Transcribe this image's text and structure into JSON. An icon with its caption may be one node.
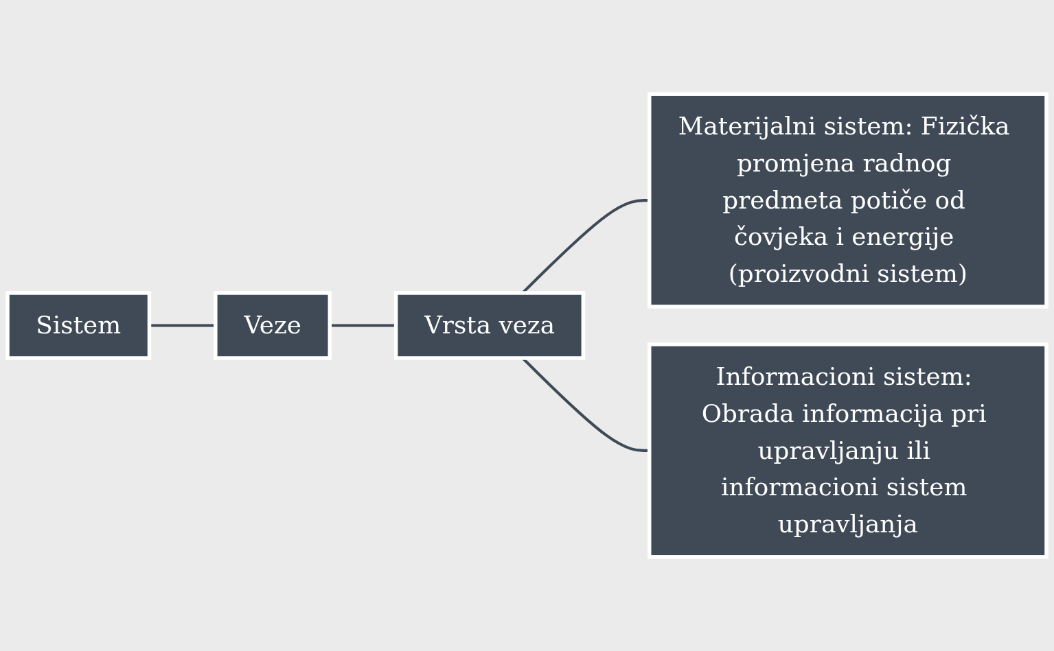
{
  "diagram": {
    "nodes": [
      {
        "text": [
          "Sistem"
        ]
      },
      {
        "text": [
          "Veze"
        ]
      },
      {
        "text": [
          "Vrsta veza"
        ]
      },
      {
        "text": [
          "Materijalni sistem: Fizička promjena radnog predmeta potiče od čovjeka i energije (proizvodni sistem)"
        ]
      },
      {
        "text": [
          "Informacioni sistem: Obrada informacija pri upravljanju ili informacioni sistem upravljanja"
        ]
      }
    ],
    "edges": [
      {
        "from": 0,
        "to": 1,
        "arrow": "none"
      },
      {
        "from": 1,
        "to": 2,
        "arrow": "none"
      },
      {
        "from": 2,
        "to": 3,
        "arrow": "none"
      },
      {
        "from": 2,
        "to": 4,
        "arrow": "none"
      }
    ]
  }
}
